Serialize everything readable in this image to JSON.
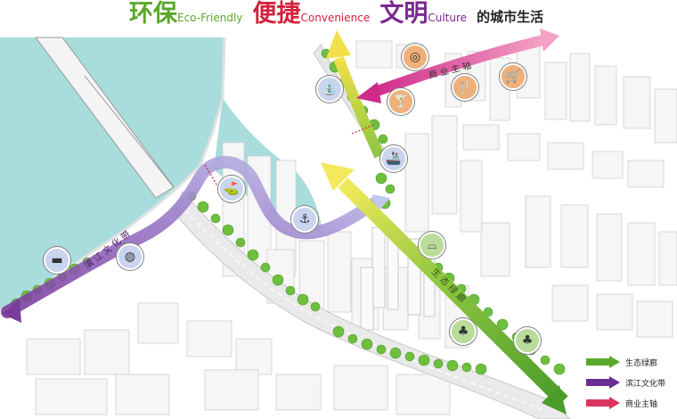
{
  "title": {
    "part1_cn": "环保",
    "part1_en": "Eco-Friendly",
    "part2_cn": "便捷",
    "part2_en": "Convenience",
    "part3_cn": "文明",
    "part3_en": "Culture",
    "tail": "的城市生活"
  },
  "axis_labels": {
    "commercial": "商业主轴",
    "eco": "生态绿廊",
    "riverside": "滨江文化带"
  },
  "legend": [
    {
      "label": "生态绿廊",
      "color": "#5aa829"
    },
    {
      "label": "滨江文化带",
      "color": "#6a2d91"
    },
    {
      "label": "商业主轴",
      "color": "#d9365e"
    }
  ],
  "colors": {
    "eco": "#5aa829",
    "culture": "#7a2a8f",
    "convenience": "#d4213d",
    "water": "#a9dcdc",
    "icon_orange": "#f0b07a",
    "icon_blue": "#c9d4ee",
    "icon_green": "#b9dc9a"
  },
  "icons": [
    {
      "name": "fountain-icon",
      "glyph": "⛲",
      "style": "blue"
    },
    {
      "name": "film-reel-icon",
      "glyph": "◎",
      "style": "orange"
    },
    {
      "name": "cocktail-icon",
      "glyph": "🍸",
      "style": "orange"
    },
    {
      "name": "dining-icon",
      "glyph": "🍴",
      "style": "orange"
    },
    {
      "name": "shopping-cart-icon",
      "glyph": "🛒",
      "style": "orange"
    },
    {
      "name": "ship-icon",
      "glyph": "🚢",
      "style": "blue"
    },
    {
      "name": "golf-icon",
      "glyph": "⛳",
      "style": "blue"
    },
    {
      "name": "anchor-icon",
      "glyph": "⚓",
      "style": "blue"
    },
    {
      "name": "bench-icon",
      "glyph": "▬",
      "style": "blue"
    },
    {
      "name": "basketball-icon",
      "glyph": "◍",
      "style": "blue"
    },
    {
      "name": "tunnel-icon",
      "glyph": "⌓",
      "style": "green"
    },
    {
      "name": "tree-icon",
      "glyph": "♣",
      "style": "green"
    },
    {
      "name": "forest-icon",
      "glyph": "♣",
      "style": "green"
    }
  ]
}
